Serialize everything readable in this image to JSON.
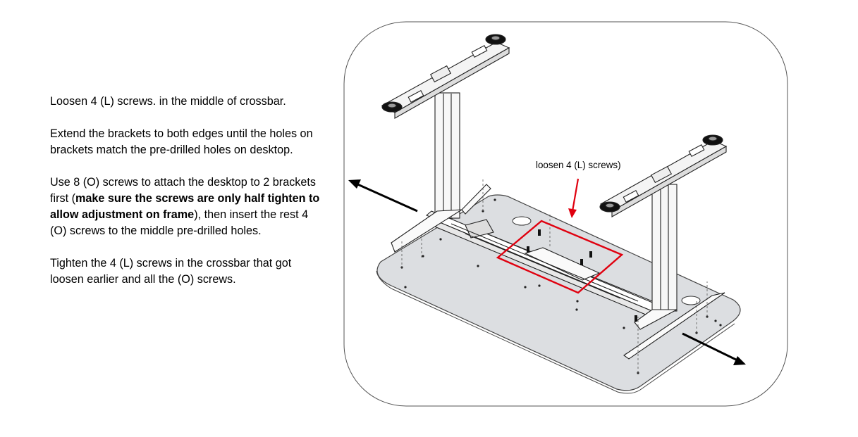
{
  "instructions": {
    "step1": "Loosen 4 (L) screws. in the middle of crossbar.",
    "step2": "Extend the brackets to both edges until the holes on brackets match the pre-drilled holes on desktop.",
    "step3_a": "Use 8 (O) screws to attach the desktop to 2 brackets first (",
    "step3_bold": "make sure the screws are only half tighten to allow adjustment on frame",
    "step3_b": "), then insert the rest 4 (O) screws to the middle pre-drilled holes.",
    "step4": "Tighten the 4 (L) screws in the crossbar that got loosen earlier and all the (O) screws."
  },
  "diagram": {
    "callout_label": "loosen 4 (L) screws)",
    "highlight_color": "#e0000f",
    "desk_color": "#d8dadd",
    "panel_border_color": "#555555",
    "arrow_color": "#000000"
  }
}
